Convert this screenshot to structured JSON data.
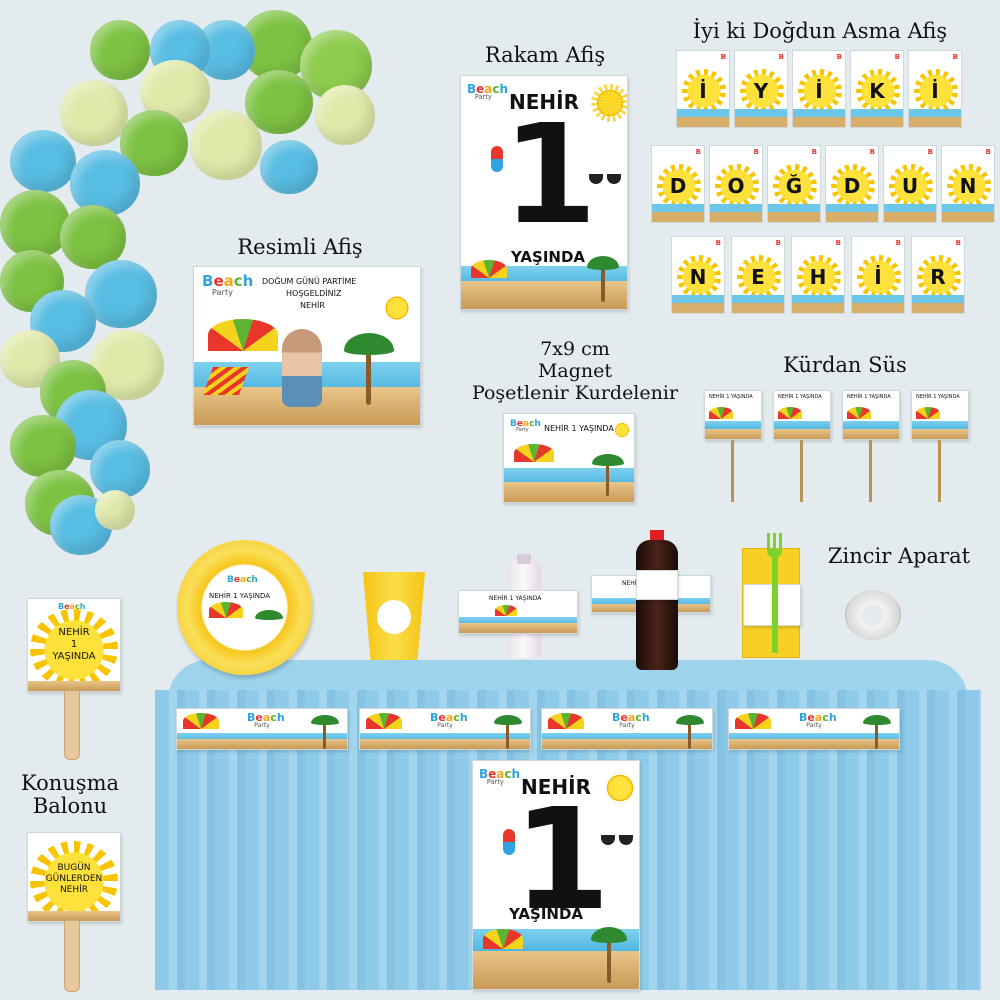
{
  "captions": {
    "rakam_afis": "Rakam Afiş",
    "asma_afis": "İyi ki Doğdun Asma Afiş",
    "resimli_afis": "Resimli Afiş",
    "magnet_line1": "7x9 cm",
    "magnet_line2": "Magnet",
    "magnet_line3": "Poşetlenir Kurdelenir",
    "kurdan_sus": "Kürdan Süs",
    "zincir_aparat": "Zincir Aparat",
    "konusma_line1": "Konuşma",
    "konusma_line2": "Balonu"
  },
  "logo": {
    "b": "B",
    "e": "e",
    "a": "a",
    "c": "c",
    "h": "h",
    "party": "Party"
  },
  "rakam_poster": {
    "name": "NEHİR",
    "number": "1",
    "age_text": "YAŞINDA"
  },
  "resimli_poster": {
    "line1": "DOĞUM GÜNÜ PARTİME",
    "line2": "HOŞGELDİNİZ",
    "line3": "NEHİR"
  },
  "magnet": {
    "text": "NEHİR 1 YAŞINDA"
  },
  "banner": {
    "row1": [
      "İ",
      "Y",
      "İ",
      "K",
      "İ"
    ],
    "row2": [
      "D",
      "O",
      "Ğ",
      "D",
      "U",
      "N"
    ],
    "row3": [
      "N",
      "E",
      "H",
      "İ",
      "R"
    ]
  },
  "kurdan": {
    "text": "NEHİR 1 YAŞINDA"
  },
  "plate": {
    "text": "NEHİR 1 YAŞINDA"
  },
  "bottle_label": {
    "text": "NEHİR 1 YAŞINDA"
  },
  "speech_sign_1": {
    "line1": "NEHİR",
    "line2": "1",
    "line3": "YAŞINDA"
  },
  "speech_sign_2": {
    "line1": "BUGÜN",
    "line2": "GÜNLERDEN",
    "line3": "NEHİR"
  },
  "table_poster": {
    "name": "NEHİR",
    "number": "1",
    "age_text": "YAŞINDA"
  },
  "colors": {
    "background": "#e3ebee",
    "tablecloth": "#8fcbe8",
    "balloon_green": "#7dc242",
    "balloon_blue": "#58bde3",
    "balloon_cream": "#dfe9a8",
    "sun_yellow": "#ffe13b"
  }
}
